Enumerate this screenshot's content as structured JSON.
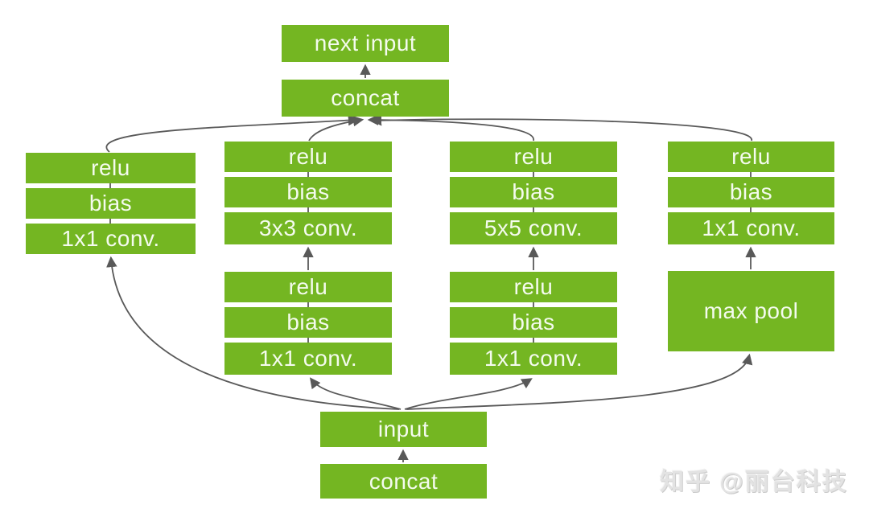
{
  "diagram": {
    "type": "neural-network-inception-module",
    "colors": {
      "node_fill": "#74b622",
      "node_text": "#f4fbee",
      "arrow": "#595959",
      "watermark_text": "#e3e3e3",
      "background": "#ffffff"
    },
    "top_section": {
      "next_input_label": "next input",
      "concat_label": "concat"
    },
    "bottom_section": {
      "input_label": "input",
      "concat_label": "concat"
    },
    "branches": [
      {
        "id": "branch-1x1",
        "upper": [
          "relu",
          "bias",
          "1x1 conv."
        ],
        "lower": []
      },
      {
        "id": "branch-3x3",
        "upper": [
          "relu",
          "bias",
          "3x3 conv."
        ],
        "lower": [
          "relu",
          "bias",
          "1x1 conv."
        ]
      },
      {
        "id": "branch-5x5",
        "upper": [
          "relu",
          "bias",
          "5x5 conv."
        ],
        "lower": [
          "relu",
          "bias",
          "1x1 conv."
        ]
      },
      {
        "id": "branch-pool",
        "upper": [
          "relu",
          "bias",
          "1x1 conv."
        ],
        "lower": [
          "max pool"
        ]
      }
    ],
    "edges": [
      "concat(bottom) -> input",
      "input -> 1x1 conv. (branch 1)",
      "input -> 1x1 conv. (branch 2)",
      "input -> 1x1 conv. (branch 3)",
      "input -> max pool (branch 4)",
      "1x1 conv. -> bias -> relu (each stack)",
      "relu(lower) -> 3x3 conv. (branch 2)",
      "relu(lower) -> 5x5 conv. (branch 3)",
      "max pool -> 1x1 conv. (branch 4)",
      "relu (branch 1..4) -> concat(top)",
      "concat(top) -> next input"
    ]
  },
  "watermark": {
    "text": "知乎 @丽台科技"
  }
}
